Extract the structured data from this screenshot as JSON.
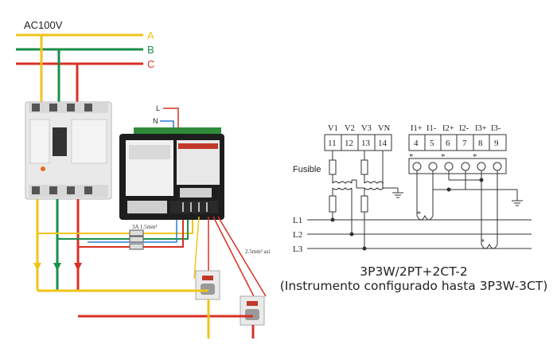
{
  "left_photo": {
    "supply_label": "AC100V",
    "phases": [
      "A",
      "B",
      "C"
    ],
    "phase_colors": [
      "#f0c419",
      "#1a8f4a",
      "#d93025"
    ],
    "meter_inputs": [
      "L",
      "N"
    ],
    "fuse_note": "3A   1.5mm²",
    "ct_wire_note": "2.5mm² asi"
  },
  "schematic": {
    "voltage_terminals": [
      {
        "label": "V1",
        "num": "11"
      },
      {
        "label": "V2",
        "num": "12"
      },
      {
        "label": "V3",
        "num": "13"
      },
      {
        "label": "VN",
        "num": "14"
      }
    ],
    "current_terminals": [
      {
        "label": "I1+",
        "num": "4"
      },
      {
        "label": "I1-",
        "num": "5"
      },
      {
        "label": "I2+",
        "num": "6"
      },
      {
        "label": "I2-",
        "num": "7"
      },
      {
        "label": "I3+",
        "num": "8"
      },
      {
        "label": "I3-",
        "num": "9"
      }
    ],
    "fusible_label": "Fusible",
    "lines": [
      "L1",
      "L2",
      "L3"
    ]
  },
  "caption": {
    "title": "3P3W/2PT+2CT-2",
    "subtitle": "(Instrumento configurado hasta 3P3W-3CT)"
  }
}
